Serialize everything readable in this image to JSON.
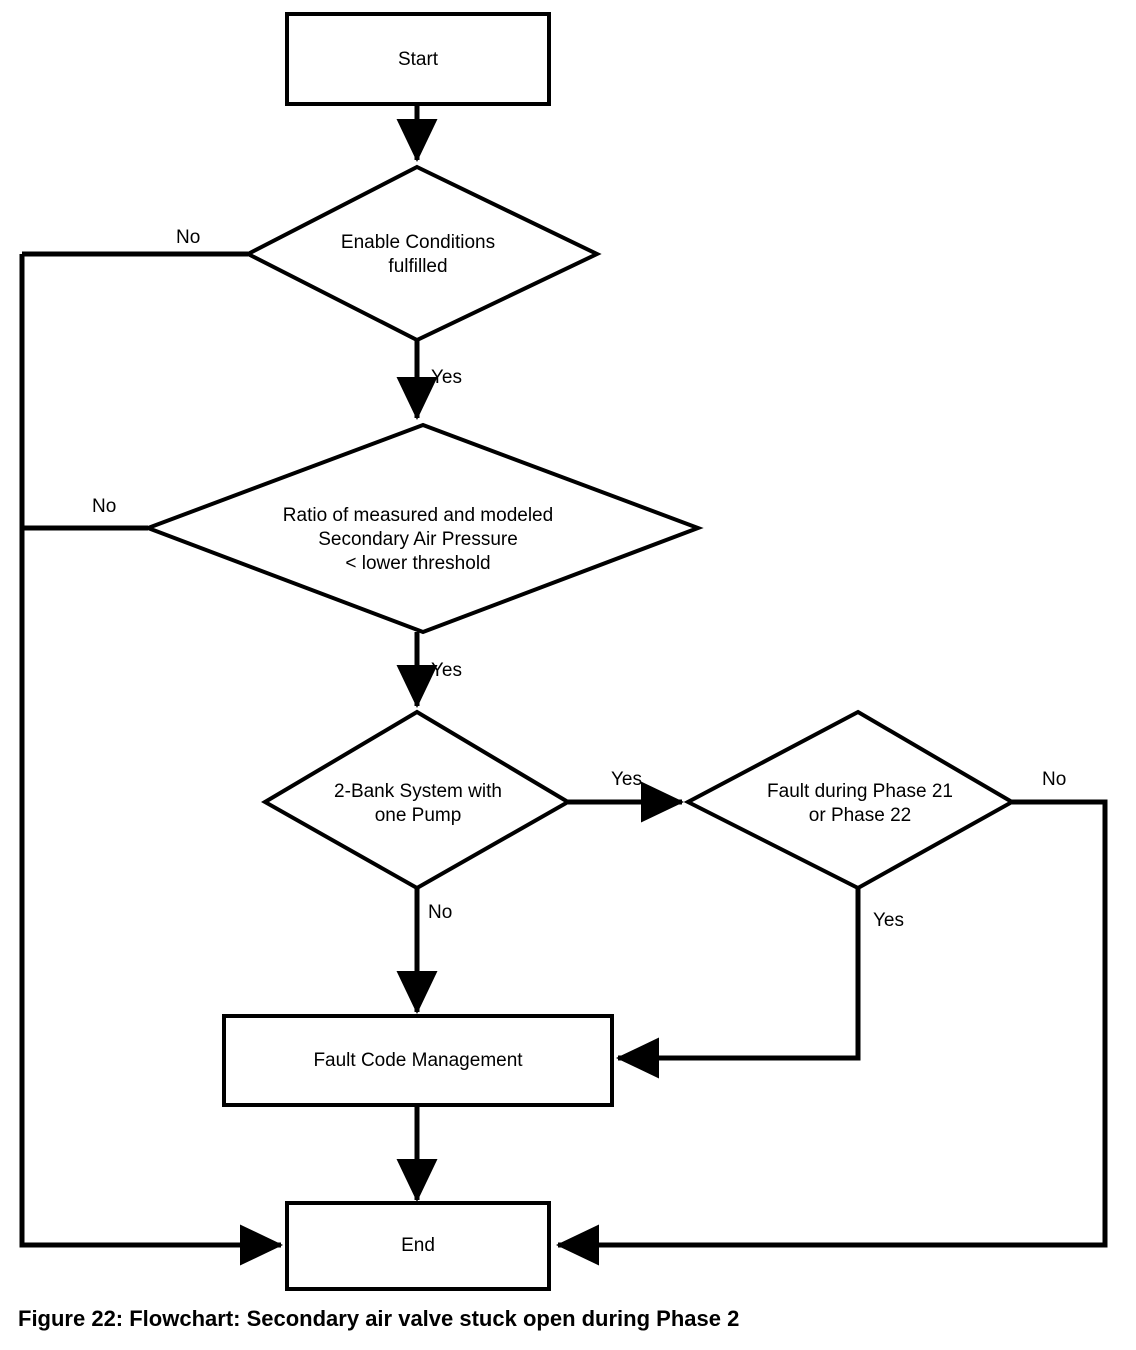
{
  "figure": {
    "caption": "Figure 22: Flowchart: Secondary air valve stuck open during Phase 2"
  },
  "diagram": {
    "type": "flowchart",
    "background_color": "#ffffff",
    "line_color": "#000000",
    "nodes": [
      {
        "id": "start",
        "shape": "rectangle",
        "label": "Start"
      },
      {
        "id": "enable",
        "shape": "diamond",
        "label_line1": "Enable Conditions",
        "label_line2": "fulfilled"
      },
      {
        "id": "ratio",
        "shape": "diamond",
        "label_line1": "Ratio of measured and modeled",
        "label_line2": "Secondary Air Pressure",
        "label_line3": "< lower threshold"
      },
      {
        "id": "bank",
        "shape": "diamond",
        "label_line1": "2-Bank System with",
        "label_line2": "one Pump"
      },
      {
        "id": "phase",
        "shape": "diamond",
        "label_line1": "Fault during Phase 21",
        "label_line2": "or Phase 22"
      },
      {
        "id": "fcm",
        "shape": "rectangle",
        "label": "Fault Code Management"
      },
      {
        "id": "end",
        "shape": "rectangle",
        "label": "End"
      }
    ],
    "edge_labels": {
      "enable_no": "No",
      "enable_yes": "Yes",
      "ratio_no": "No",
      "ratio_yes": "Yes",
      "bank_yes": "Yes",
      "bank_no": "No",
      "phase_no": "No",
      "phase_yes": "Yes"
    }
  }
}
